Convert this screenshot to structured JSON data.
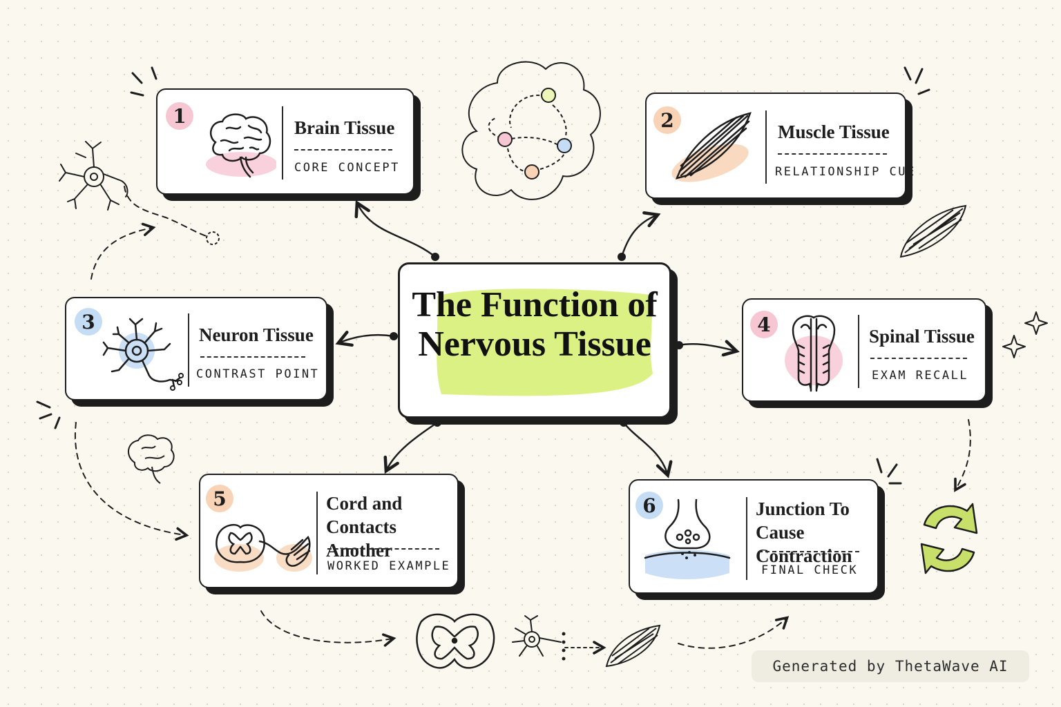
{
  "center": {
    "title": "The Function of Nervous Tissue"
  },
  "cards": [
    {
      "number": "1",
      "title": "Brain Tissue",
      "subtitle": "CORE CONCEPT",
      "icon": "brain-icon",
      "badge_color": "#f7c6d3"
    },
    {
      "number": "2",
      "title": "Muscle Tissue",
      "subtitle": "RELATIONSHIP CUE",
      "icon": "muscle-icon",
      "badge_color": "#f8d3b5"
    },
    {
      "number": "3",
      "title": "Neuron Tissue",
      "subtitle": "CONTRAST POINT",
      "icon": "neuron-icon",
      "badge_color": "#c5dcf5"
    },
    {
      "number": "4",
      "title": "Spinal Tissue",
      "subtitle": "EXAM RECALL",
      "icon": "spinal-cord-icon",
      "badge_color": "#f7c6d3"
    },
    {
      "number": "5",
      "title": "Cord and\nContacts Another",
      "subtitle": "WORKED EXAMPLE",
      "icon": "spinal-cross-section-icon",
      "badge_color": "#f8d3b5"
    },
    {
      "number": "6",
      "title": "Junction To\nCause Contraction",
      "subtitle": "FINAL CHECK",
      "icon": "synapse-icon",
      "badge_color": "#c5dcf5"
    }
  ],
  "footer": {
    "text": "Generated by ThetaWave AI"
  },
  "colors": {
    "highlight": "#d9f07a",
    "pink": "#f7c6d3",
    "peach": "#f8d3b5",
    "blue": "#c5dcf5",
    "cycle": "#c8e06a"
  }
}
